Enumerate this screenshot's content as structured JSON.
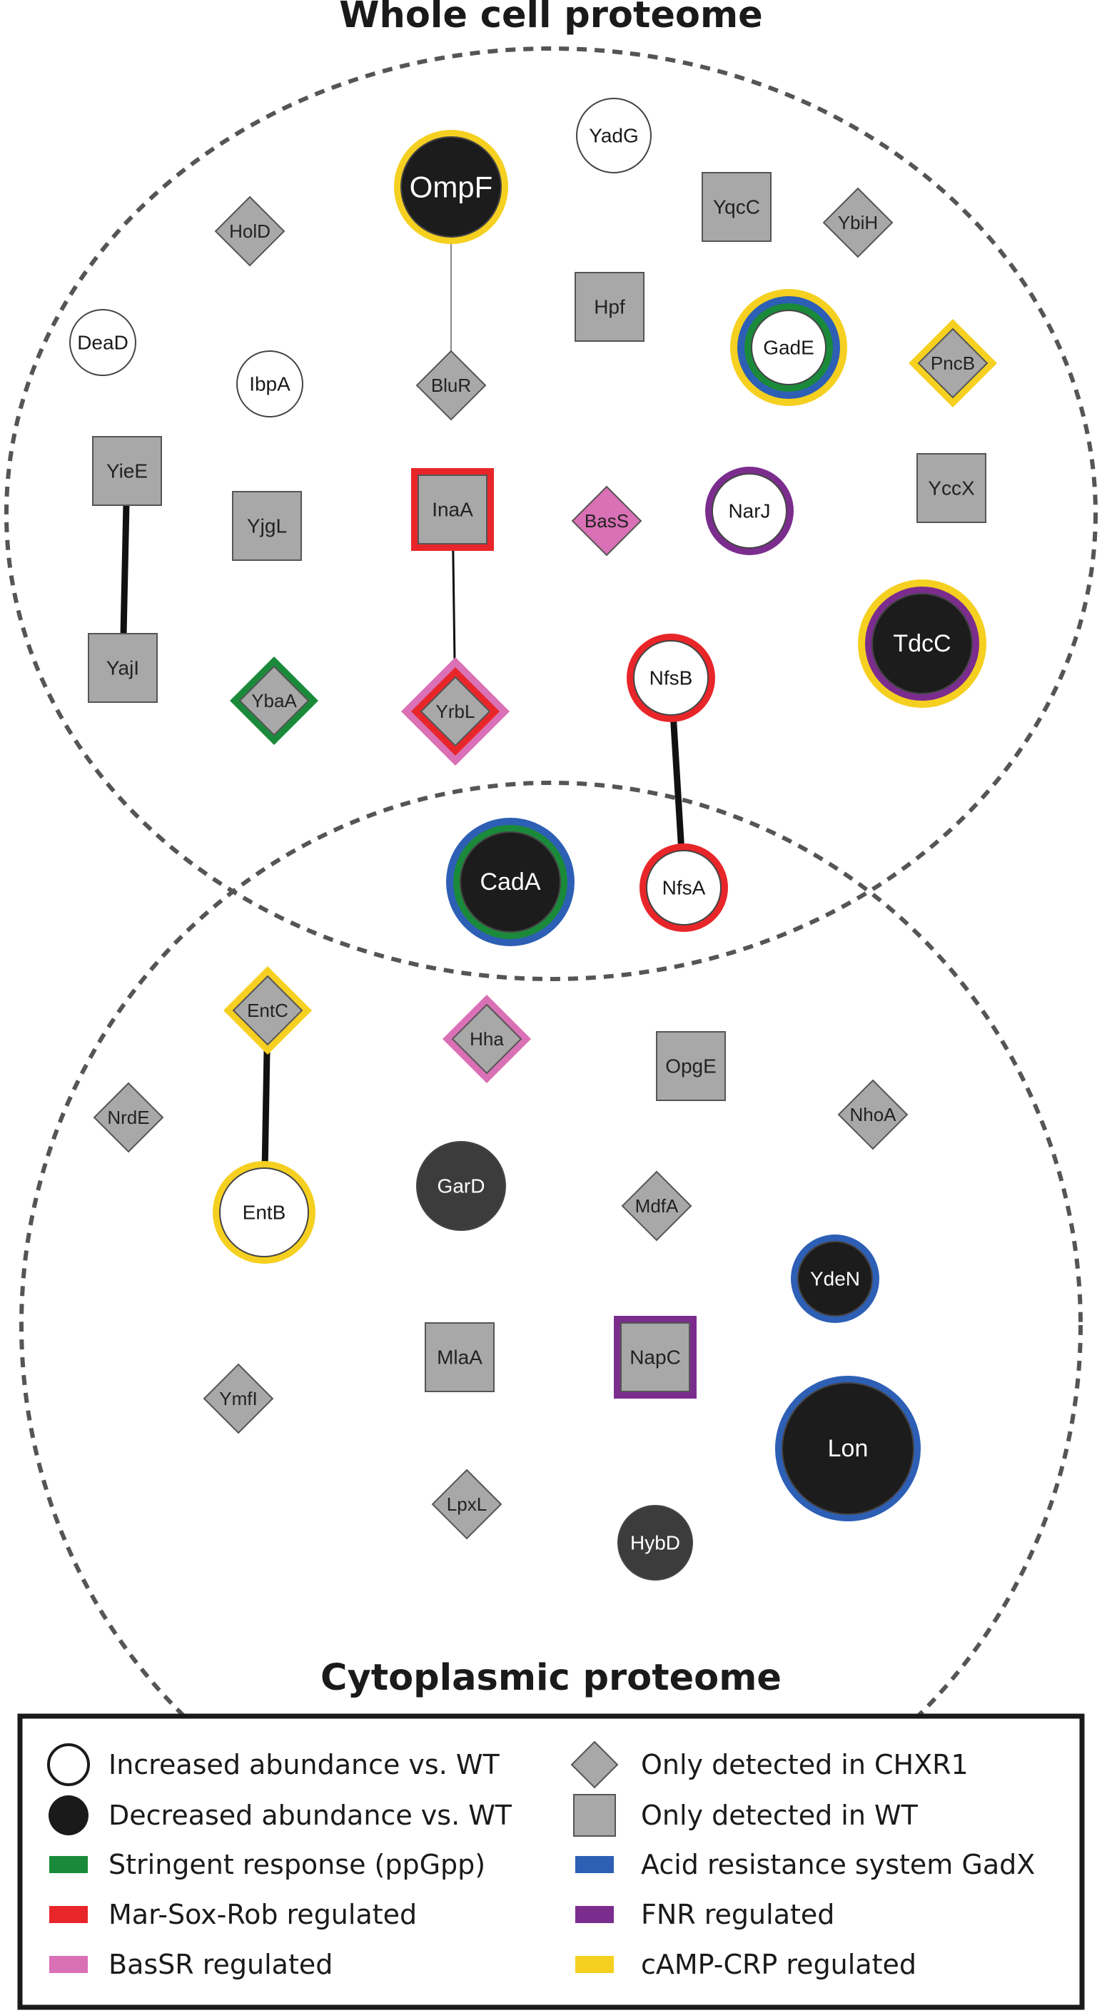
{
  "titles": {
    "whole_cell": "Whole cell proteome",
    "cytoplasmic": "Cytoplasmic proteome"
  },
  "colors": {
    "stringent": "#1a8a3a",
    "marsoxrob": "#e8262a",
    "bassr": "#da70b5",
    "gadx": "#2d5fb5",
    "fnr": "#7b2d8e",
    "camp": "#f5d020",
    "gray_fill": "#a8a8a8",
    "dark_fill": "#1c1c1c",
    "mid_dark_fill": "#3c3c3c",
    "outline": "#555555"
  },
  "nodes": [
    {
      "id": "OmpF",
      "label": "OmpF",
      "shape": "circle",
      "fill": "dark",
      "size": "xl",
      "rings": [
        "camp"
      ]
    },
    {
      "id": "YadG",
      "label": "YadG",
      "shape": "circle",
      "fill": "white",
      "size": "m",
      "rings": []
    },
    {
      "id": "YqcC",
      "label": "YqcC",
      "shape": "square",
      "fill": "gray",
      "rings": []
    },
    {
      "id": "HolD",
      "label": "HolD",
      "shape": "diamond",
      "fill": "gray",
      "rings": []
    },
    {
      "id": "YbiH",
      "label": "YbiH",
      "shape": "diamond",
      "fill": "gray",
      "rings": []
    },
    {
      "id": "DeaD",
      "label": "DeaD",
      "shape": "circle",
      "fill": "white",
      "size": "s",
      "rings": []
    },
    {
      "id": "IbpA",
      "label": "IbpA",
      "shape": "circle",
      "fill": "white",
      "size": "s",
      "rings": []
    },
    {
      "id": "BluR",
      "label": "BluR",
      "shape": "diamond",
      "fill": "gray",
      "rings": []
    },
    {
      "id": "Hpf",
      "label": "Hpf",
      "shape": "square",
      "fill": "gray",
      "rings": []
    },
    {
      "id": "GadE",
      "label": "GadE",
      "shape": "circle",
      "fill": "white",
      "size": "m",
      "rings": [
        "camp",
        "gadx",
        "stringent"
      ]
    },
    {
      "id": "PncB",
      "label": "PncB",
      "shape": "diamond",
      "fill": "gray",
      "rings": [
        "camp"
      ]
    },
    {
      "id": "YieE",
      "label": "YieE",
      "shape": "square",
      "fill": "gray",
      "rings": []
    },
    {
      "id": "YjgL",
      "label": "YjgL",
      "shape": "square",
      "fill": "gray",
      "rings": []
    },
    {
      "id": "InaA",
      "label": "InaA",
      "shape": "square",
      "fill": "gray",
      "rings": [
        "marsoxrob"
      ]
    },
    {
      "id": "BasS",
      "label": "BasS",
      "shape": "diamond",
      "fill": "pink",
      "rings": []
    },
    {
      "id": "NarJ",
      "label": "NarJ",
      "shape": "circle",
      "fill": "white",
      "size": "m",
      "rings": [
        "fnr"
      ]
    },
    {
      "id": "YccX",
      "label": "YccX",
      "shape": "square",
      "fill": "gray",
      "rings": []
    },
    {
      "id": "YajI",
      "label": "YajI",
      "shape": "square",
      "fill": "gray",
      "rings": []
    },
    {
      "id": "YbaA",
      "label": "YbaA",
      "shape": "diamond",
      "fill": "gray",
      "rings": [
        "stringent"
      ]
    },
    {
      "id": "YrbL",
      "label": "YrbL",
      "shape": "diamond",
      "fill": "gray",
      "rings": [
        "bassr",
        "marsoxrob"
      ]
    },
    {
      "id": "NfsB",
      "label": "NfsB",
      "shape": "circle",
      "fill": "white",
      "size": "m",
      "rings": [
        "marsoxrob"
      ]
    },
    {
      "id": "TdcC",
      "label": "TdcC",
      "shape": "circle",
      "fill": "dark",
      "size": "xl",
      "rings": [
        "camp",
        "fnr"
      ]
    },
    {
      "id": "CadA",
      "label": "CadA",
      "shape": "circle",
      "fill": "dark",
      "size": "xl",
      "rings": [
        "gadx",
        "stringent"
      ]
    },
    {
      "id": "NfsA",
      "label": "NfsA",
      "shape": "circle",
      "fill": "white",
      "size": "m",
      "rings": [
        "marsoxrob"
      ]
    },
    {
      "id": "EntC",
      "label": "EntC",
      "shape": "diamond",
      "fill": "gray",
      "rings": [
        "camp"
      ]
    },
    {
      "id": "Hha",
      "label": "Hha",
      "shape": "diamond",
      "fill": "gray",
      "rings": [
        "bassr"
      ]
    },
    {
      "id": "OpgE",
      "label": "OpgE",
      "shape": "square",
      "fill": "gray",
      "rings": []
    },
    {
      "id": "NrdE",
      "label": "NrdE",
      "shape": "diamond",
      "fill": "gray",
      "rings": []
    },
    {
      "id": "NhoA",
      "label": "NhoA",
      "shape": "diamond",
      "fill": "gray",
      "rings": []
    },
    {
      "id": "EntB",
      "label": "EntB",
      "shape": "circle",
      "fill": "white",
      "size": "l",
      "rings": [
        "camp"
      ]
    },
    {
      "id": "GarD",
      "label": "GarD",
      "shape": "circle",
      "fill": "middark",
      "size": "l",
      "rings": []
    },
    {
      "id": "MdfA",
      "label": "MdfA",
      "shape": "diamond",
      "fill": "gray",
      "rings": []
    },
    {
      "id": "YdeN",
      "label": "YdeN",
      "shape": "circle",
      "fill": "dark",
      "size": "m",
      "rings": [
        "gadx"
      ]
    },
    {
      "id": "YmfI",
      "label": "YmfI",
      "shape": "diamond",
      "fill": "gray",
      "rings": []
    },
    {
      "id": "MlaA",
      "label": "MlaA",
      "shape": "square",
      "fill": "gray",
      "rings": []
    },
    {
      "id": "NapC",
      "label": "NapC",
      "shape": "square",
      "fill": "gray",
      "rings": [
        "fnr"
      ]
    },
    {
      "id": "Lon",
      "label": "Lon",
      "shape": "circle",
      "fill": "dark",
      "size": "xxl",
      "rings": [
        "gadx"
      ]
    },
    {
      "id": "LpxL",
      "label": "LpxL",
      "shape": "diamond",
      "fill": "gray",
      "rings": []
    },
    {
      "id": "HybD",
      "label": "HybD",
      "shape": "circle",
      "fill": "middark",
      "size": "m",
      "rings": []
    }
  ],
  "edges": [
    {
      "from": "OmpF",
      "to": "BluR",
      "weight": "thin"
    },
    {
      "from": "YieE",
      "to": "YajI",
      "weight": "thick"
    },
    {
      "from": "InaA",
      "to": "YrbL",
      "weight": "medium"
    },
    {
      "from": "NfsB",
      "to": "NfsA",
      "weight": "thick"
    },
    {
      "from": "EntC",
      "to": "EntB",
      "weight": "thick"
    }
  ],
  "legend": {
    "items": [
      {
        "key": "increased",
        "symbol": "circle-white",
        "text": "Increased abundance vs. WT"
      },
      {
        "key": "decreased",
        "symbol": "circle-dark",
        "text": "Decreased abundance vs. WT"
      },
      {
        "key": "stringent",
        "symbol": "swatch",
        "color": "#1a8a3a",
        "text": "Stringent response (ppGpp)"
      },
      {
        "key": "marsoxrob",
        "symbol": "swatch",
        "color": "#e8262a",
        "text": "Mar-Sox-Rob regulated"
      },
      {
        "key": "bassr",
        "symbol": "swatch",
        "color": "#da70b5",
        "text": "BasSR regulated"
      },
      {
        "key": "chxr1",
        "symbol": "diamond",
        "text": "Only detected in CHXR1"
      },
      {
        "key": "wt",
        "symbol": "square",
        "text": "Only detected in WT"
      },
      {
        "key": "gadx",
        "symbol": "swatch",
        "color": "#2d5fb5",
        "text": "Acid resistance system GadX"
      },
      {
        "key": "fnr",
        "symbol": "swatch",
        "color": "#7b2d8e",
        "text": "FNR regulated"
      },
      {
        "key": "camp",
        "symbol": "swatch",
        "color": "#f5d020",
        "text": "cAMP-CRP regulated"
      }
    ]
  }
}
